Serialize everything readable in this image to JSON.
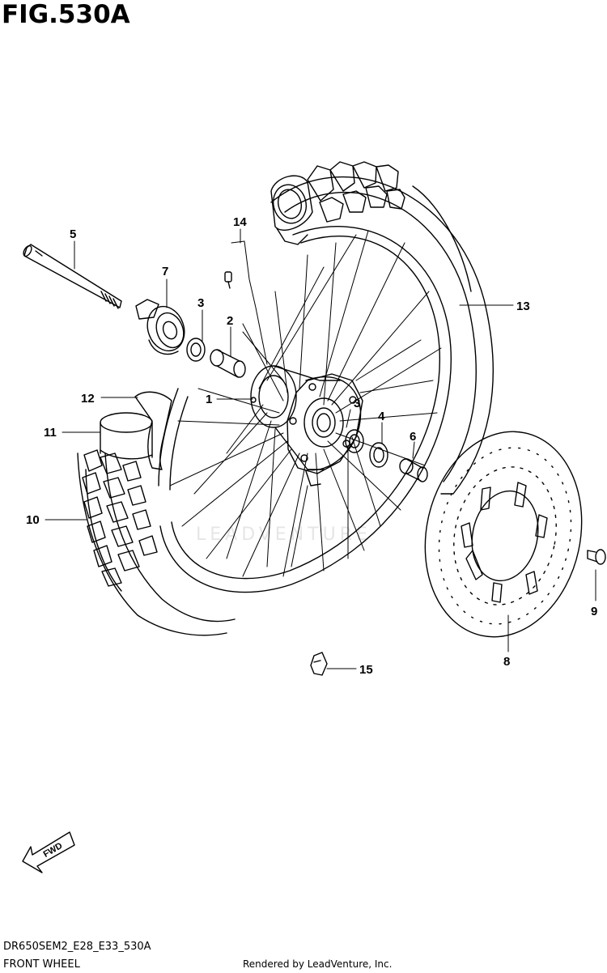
{
  "figure": {
    "title": "FIG.530A",
    "code": "DR650SEM2_E28_E33_530A",
    "name": "FRONT WHEEL",
    "credit": "Rendered by LeadVenture, Inc.",
    "watermark": "LEADVENTURE",
    "fwd_label": "FWD"
  },
  "callouts": [
    {
      "id": "c1",
      "label": "1"
    },
    {
      "id": "c2",
      "label": "2"
    },
    {
      "id": "c3a",
      "label": "3"
    },
    {
      "id": "c3b",
      "label": "3"
    },
    {
      "id": "c4",
      "label": "4"
    },
    {
      "id": "c5",
      "label": "5"
    },
    {
      "id": "c6",
      "label": "6"
    },
    {
      "id": "c7",
      "label": "7"
    },
    {
      "id": "c8",
      "label": "8"
    },
    {
      "id": "c9",
      "label": "9"
    },
    {
      "id": "c10",
      "label": "10"
    },
    {
      "id": "c11",
      "label": "11"
    },
    {
      "id": "c12",
      "label": "12"
    },
    {
      "id": "c13",
      "label": "13"
    },
    {
      "id": "c14",
      "label": "14"
    },
    {
      "id": "c15",
      "label": "15"
    }
  ],
  "colors": {
    "line": "#000000",
    "background": "#ffffff"
  }
}
